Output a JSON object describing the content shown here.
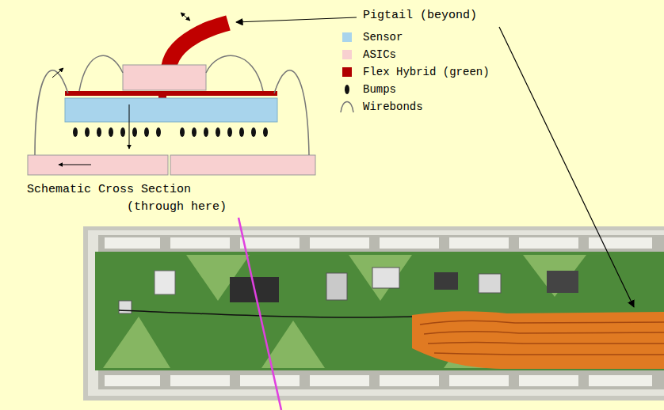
{
  "diagram": {
    "labels": [
      "Pigtail (beyond)",
      "Schematic Cross Section",
      "(through here)"
    ],
    "legend": [
      {
        "text": "Sensor",
        "color": "#a8d4ec"
      },
      {
        "text": "ASICs",
        "color": "#f8d0d0"
      },
      {
        "text": "Flex Hybrid (green)",
        "color": "#b00000"
      },
      {
        "text": "Bumps"
      },
      {
        "text": "Wirebonds"
      }
    ]
  }
}
